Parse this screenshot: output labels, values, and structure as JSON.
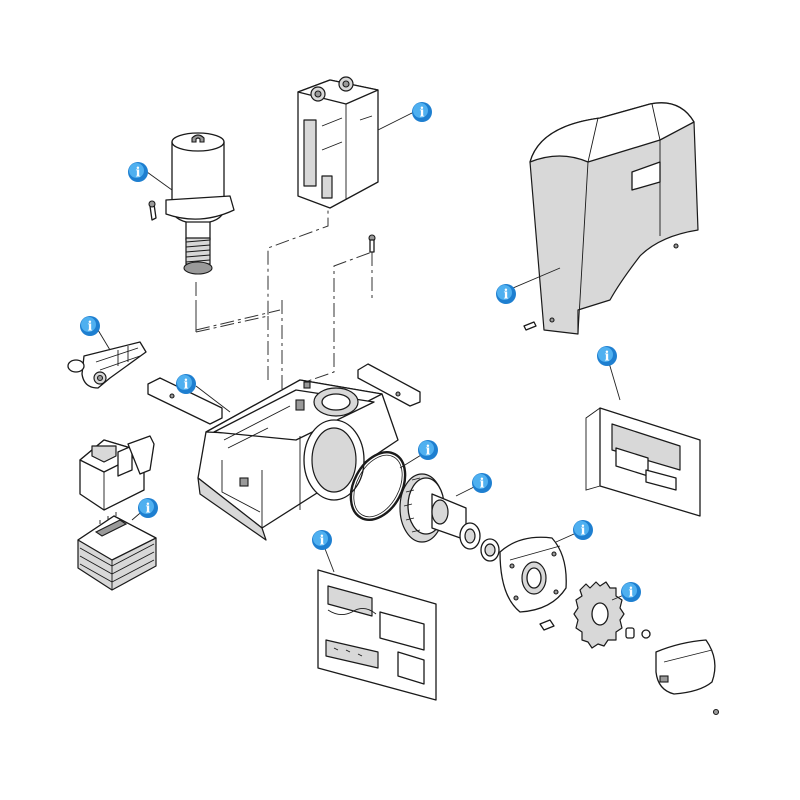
{
  "info_marker": {
    "glyph": "i",
    "color_outer": "#1e7fd0",
    "color_inner": "#4fb0f0",
    "text_color": "#ffffff"
  },
  "parts": [
    {
      "id": "motor-assembly"
    },
    {
      "id": "control-board"
    },
    {
      "id": "cover"
    },
    {
      "id": "release-lever"
    },
    {
      "id": "cable-gland-plate"
    },
    {
      "id": "limit-switch-bracket"
    },
    {
      "id": "capacitor-box"
    },
    {
      "id": "transformer"
    },
    {
      "id": "o-ring-seal"
    },
    {
      "id": "drive-gear-shaft"
    },
    {
      "id": "flange-plate"
    },
    {
      "id": "pinion-gear"
    },
    {
      "id": "electronics-accessories"
    }
  ]
}
